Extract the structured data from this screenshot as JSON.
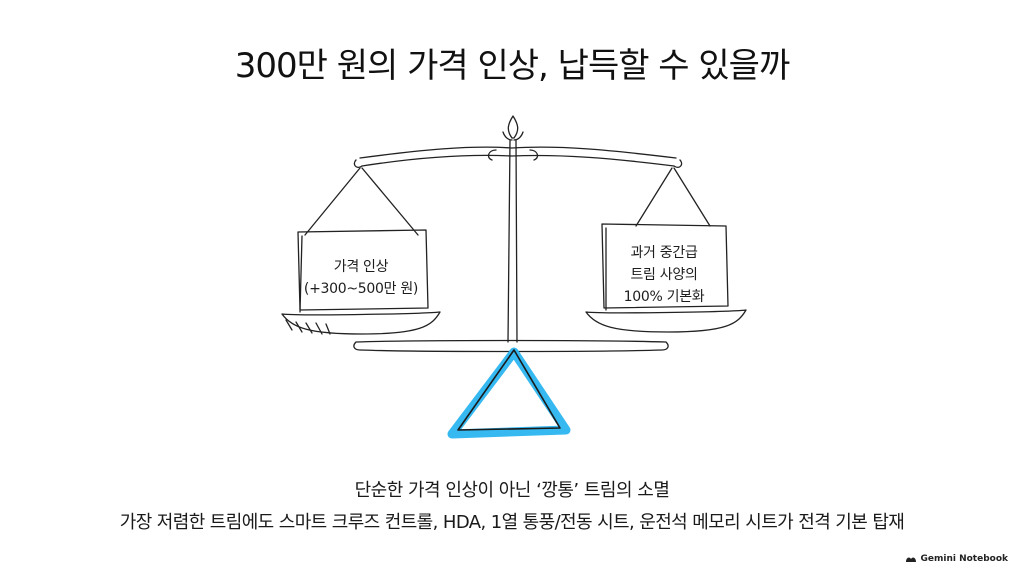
{
  "title": "300만 원의 가격 인상, 납득할 수 있을까",
  "left_pan": {
    "lines": [
      "가격 인상",
      "(+300~500만 원)"
    ]
  },
  "right_pan": {
    "lines": [
      "과거 중간급",
      "트림 사양의",
      "100% 기본화"
    ]
  },
  "caption": {
    "main": "단순한 가격 인상이 아닌 ‘깡통’ 트림의 소멸",
    "sub": "가장 저렴한 트림에도 스마트 크루즈 컨트롤, HDA, 1열 통풍/전동 시트, 운전석 메모리 시트가 전격 기본 탑재"
  },
  "branding": {
    "label": "Gemini Notebook",
    "icon": "gemini-notebook-icon"
  },
  "colors": {
    "accent": "#2bb5f0",
    "ink": "#222222"
  }
}
